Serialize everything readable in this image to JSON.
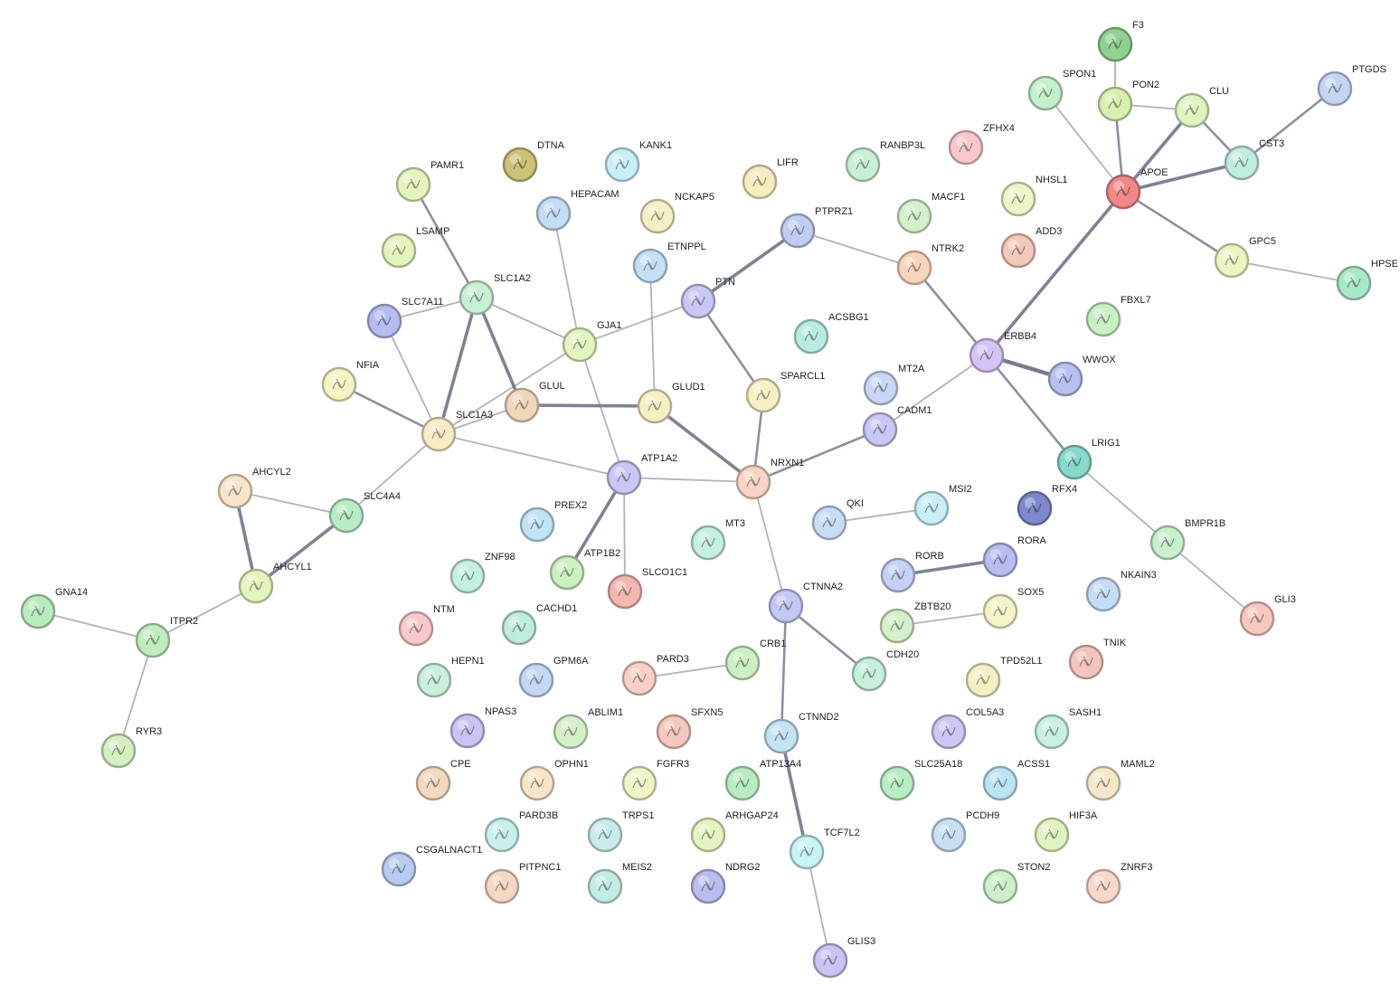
{
  "title": "Protein interaction network",
  "nodes": [
    {
      "name": "F3",
      "color": "#8fd18f"
    },
    {
      "name": "SPON1",
      "color": "#c4f0cc"
    },
    {
      "name": "PON2",
      "color": "#d8efb0"
    },
    {
      "name": "CLU",
      "color": "#e0f3c0"
    },
    {
      "name": "PTGDS",
      "color": "#c6d4f4"
    },
    {
      "name": "CST3",
      "color": "#c2ece2"
    },
    {
      "name": "APOE",
      "color": "#f08888"
    },
    {
      "name": "ZFHX4",
      "color": "#f8c8cc"
    },
    {
      "name": "RANBP3L",
      "color": "#c8f0d4"
    },
    {
      "name": "LIFR",
      "color": "#f6ecc0"
    },
    {
      "name": "KANK1",
      "color": "#c8eef8"
    },
    {
      "name": "DTNA",
      "color": "#cbc276"
    },
    {
      "name": "PAMR1",
      "color": "#e4f4bc"
    },
    {
      "name": "HEPACAM",
      "color": "#c4dcf4"
    },
    {
      "name": "NCKAP5",
      "color": "#f4f0c4"
    },
    {
      "name": "PTPRZ1",
      "color": "#c0ccf0"
    },
    {
      "name": "MACF1",
      "color": "#d4f0c8"
    },
    {
      "name": "NHSL1",
      "color": "#eef4c8"
    },
    {
      "name": "ADD3",
      "color": "#f4c8bc"
    },
    {
      "name": "NTRK2",
      "color": "#f8d4bc"
    },
    {
      "name": "GPC5",
      "color": "#eef4c0"
    },
    {
      "name": "HPSE",
      "color": "#a8e8c8"
    },
    {
      "name": "LSAMP",
      "color": "#e4f4bc"
    },
    {
      "name": "ETNPPL",
      "color": "#c4e0f4"
    },
    {
      "name": "SLC1A2",
      "color": "#c8f0d4"
    },
    {
      "name": "SLC7A11",
      "color": "#b4bcf0"
    },
    {
      "name": "PTN",
      "color": "#c8c8f4"
    },
    {
      "name": "FBXL7",
      "color": "#c8f0c4"
    },
    {
      "name": "ACSBG1",
      "color": "#b8ece0"
    },
    {
      "name": "GJA1",
      "color": "#e4f4c0"
    },
    {
      "name": "ERBB4",
      "color": "#d4c4f4"
    },
    {
      "name": "NFIA",
      "color": "#f4f4c4"
    },
    {
      "name": "WWOX",
      "color": "#b8c0f0"
    },
    {
      "name": "MT2A",
      "color": "#c8d8f4"
    },
    {
      "name": "SPARCL1",
      "color": "#f6f0c4"
    },
    {
      "name": "GLUL",
      "color": "#f0d8bc"
    },
    {
      "name": "GLUD1",
      "color": "#f4f0c4"
    },
    {
      "name": "SLC1A3",
      "color": "#f8ecc4"
    },
    {
      "name": "CADM1",
      "color": "#c8c8f4"
    },
    {
      "name": "LRIG1",
      "color": "#88d8cc"
    },
    {
      "name": "ATP1A2",
      "color": "#c8c8f4"
    },
    {
      "name": "NRXN1",
      "color": "#f8d4c4"
    },
    {
      "name": "AHCYL2",
      "color": "#f8e4c8"
    },
    {
      "name": "SLC4A4",
      "color": "#b8ecc4"
    },
    {
      "name": "PREX2",
      "color": "#c0e4f4"
    },
    {
      "name": "QKI",
      "color": "#c8dcf4"
    },
    {
      "name": "MSI2",
      "color": "#c8eef8"
    },
    {
      "name": "RFX4",
      "color": "#7e88cc"
    },
    {
      "name": "MT3",
      "color": "#c4f0e4"
    },
    {
      "name": "BMPR1B",
      "color": "#c8f0cc"
    },
    {
      "name": "ZNF98",
      "color": "#c4f0e4"
    },
    {
      "name": "ATP1B2",
      "color": "#ccf0c0"
    },
    {
      "name": "SLCO1C1",
      "color": "#f4b8b0"
    },
    {
      "name": "RORB",
      "color": "#c4d0f4"
    },
    {
      "name": "RORA",
      "color": "#b8bcf0"
    },
    {
      "name": "NKAIN3",
      "color": "#c4dcf4"
    },
    {
      "name": "AHCYL1",
      "color": "#e4f4bc"
    },
    {
      "name": "GNA14",
      "color": "#b8ecbc"
    },
    {
      "name": "NTM",
      "color": "#f8c8cc"
    },
    {
      "name": "CACHD1",
      "color": "#c0ecdc"
    },
    {
      "name": "CTNNA2",
      "color": "#c4c8f4"
    },
    {
      "name": "ZBTB20",
      "color": "#d4f0c8"
    },
    {
      "name": "SOX5",
      "color": "#f4f4c8"
    },
    {
      "name": "GLI3",
      "color": "#f8c8c0"
    },
    {
      "name": "ITPR2",
      "color": "#c0ecc0"
    },
    {
      "name": "HEPN1",
      "color": "#c8f0dc"
    },
    {
      "name": "GPM6A",
      "color": "#c4d8f4"
    },
    {
      "name": "PARD3",
      "color": "#f8d0c8"
    },
    {
      "name": "CRB1",
      "color": "#ccf0c4"
    },
    {
      "name": "CDH20",
      "color": "#c4f0dc"
    },
    {
      "name": "TPD52L1",
      "color": "#f4f0c4"
    },
    {
      "name": "TNIK",
      "color": "#f4c4c0"
    },
    {
      "name": "RYR3",
      "color": "#d4f0c0"
    },
    {
      "name": "NPAS3",
      "color": "#c8c4f4"
    },
    {
      "name": "ABLIM1",
      "color": "#d4f0c8"
    },
    {
      "name": "SFXN5",
      "color": "#f4c8bc"
    },
    {
      "name": "CTNND2",
      "color": "#c4e4f4"
    },
    {
      "name": "COL5A3",
      "color": "#ccc8f4"
    },
    {
      "name": "SASH1",
      "color": "#c8f0e4"
    },
    {
      "name": "CPE",
      "color": "#f4d8c0"
    },
    {
      "name": "OPHN1",
      "color": "#f8e4c8"
    },
    {
      "name": "FGFR3",
      "color": "#f0f4c8"
    },
    {
      "name": "ATP13A4",
      "color": "#b8ecc0"
    },
    {
      "name": "SLC25A18",
      "color": "#b8ecc4"
    },
    {
      "name": "ACSS1",
      "color": "#bce4f0"
    },
    {
      "name": "MAML2",
      "color": "#f4e8c8"
    },
    {
      "name": "PARD3B",
      "color": "#c8f0ec"
    },
    {
      "name": "TRPS1",
      "color": "#c8ecec"
    },
    {
      "name": "ARHGAP24",
      "color": "#e4f4c0"
    },
    {
      "name": "TCF7L2",
      "color": "#c8f4f4"
    },
    {
      "name": "PCDH9",
      "color": "#c8e0f4"
    },
    {
      "name": "HIF3A",
      "color": "#e0f4c0"
    },
    {
      "name": "CSGALNACT1",
      "color": "#b8ccf0"
    },
    {
      "name": "PITPNC1",
      "color": "#f4d8c4"
    },
    {
      "name": "MEIS2",
      "color": "#c4ece4"
    },
    {
      "name": "NDRG2",
      "color": "#bcbcf0"
    },
    {
      "name": "STON2",
      "color": "#ccf0cc"
    },
    {
      "name": "ZNRF3",
      "color": "#f8d8c8"
    },
    {
      "name": "GLIS3",
      "color": "#c8c4f4"
    }
  ],
  "edges": [
    [
      "F3",
      "PON2",
      1
    ],
    [
      "PON2",
      "APOE",
      2
    ],
    [
      "SPON1",
      "APOE",
      1
    ],
    [
      "PON2",
      "CLU",
      1
    ],
    [
      "CLU",
      "APOE",
      3
    ],
    [
      "CLU",
      "CST3",
      2
    ],
    [
      "CST3",
      "APOE",
      3
    ],
    [
      "PTGDS",
      "CST3",
      2
    ],
    [
      "APOE",
      "GPC5",
      2
    ],
    [
      "GPC5",
      "HPSE",
      1
    ],
    [
      "APOE",
      "ERBB4",
      3
    ],
    [
      "ERBB4",
      "NTRK2",
      2
    ],
    [
      "NTRK2",
      "PTPRZ1",
      1
    ],
    [
      "PTPRZ1",
      "PTN",
      3
    ],
    [
      "ERBB4",
      "WWOX",
      4
    ],
    [
      "ERBB4",
      "LRIG1",
      2
    ],
    [
      "ERBB4",
      "CADM1",
      1
    ],
    [
      "CADM1",
      "NRXN1",
      2
    ],
    [
      "LRIG1",
      "BMPR1B",
      1
    ],
    [
      "BMPR1B",
      "GLI3",
      1
    ],
    [
      "PTN",
      "GJA1",
      1
    ],
    [
      "PTN",
      "SPARCL1",
      2
    ],
    [
      "SPARCL1",
      "NRXN1",
      2
    ],
    [
      "GLUD1",
      "NRXN1",
      3
    ],
    [
      "GLUL",
      "GLUD1",
      3
    ],
    [
      "ETNPPL",
      "GLUD1",
      1
    ],
    [
      "HEPACAM",
      "GJA1",
      1
    ],
    [
      "GJA1",
      "SLC1A2",
      1
    ],
    [
      "GJA1",
      "ATP1A2",
      1
    ],
    [
      "GJA1",
      "SLC1A3",
      1
    ],
    [
      "SLC1A2",
      "GLUL",
      3
    ],
    [
      "SLC1A2",
      "SLC1A3",
      3
    ],
    [
      "SLC1A2",
      "SLC7A11",
      1
    ],
    [
      "SLC1A2",
      "PAMR1",
      2
    ],
    [
      "SLC7A11",
      "SLC1A3",
      1
    ],
    [
      "NFIA",
      "SLC1A3",
      2
    ],
    [
      "SLC1A3",
      "GLUL",
      1
    ],
    [
      "SLC1A3",
      "ATP1A2",
      1
    ],
    [
      "SLC1A3",
      "SLC4A4",
      1
    ],
    [
      "ATP1A2",
      "NRXN1",
      1
    ],
    [
      "ATP1A2",
      "ATP1B2",
      3
    ],
    [
      "ATP1A2",
      "SLCO1C1",
      1
    ],
    [
      "NRXN1",
      "CTNNA2",
      1
    ],
    [
      "CTNNA2",
      "CDH20",
      2
    ],
    [
      "CTNNA2",
      "CTNND2",
      2
    ],
    [
      "CRB1",
      "PARD3",
      1
    ],
    [
      "CTNND2",
      "TCF7L2",
      3
    ],
    [
      "TCF7L2",
      "GLIS3",
      1
    ],
    [
      "QKI",
      "MSI2",
      1
    ],
    [
      "RORB",
      "RORA",
      3
    ],
    [
      "ZBTB20",
      "SOX5",
      1
    ],
    [
      "AHCYL2",
      "SLC4A4",
      1
    ],
    [
      "AHCYL2",
      "AHCYL1",
      3
    ],
    [
      "SLC4A4",
      "AHCYL1",
      3
    ],
    [
      "AHCYL1",
      "ITPR2",
      1
    ],
    [
      "GNA14",
      "ITPR2",
      1
    ],
    [
      "ITPR2",
      "RYR3",
      1
    ]
  ]
}
